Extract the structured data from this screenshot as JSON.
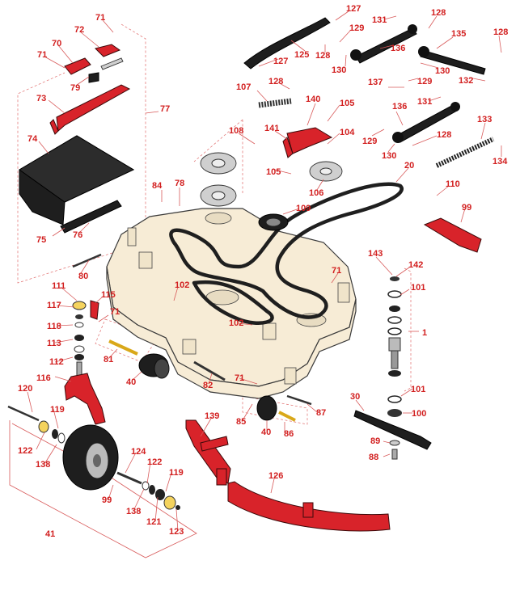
{
  "colors": {
    "callout_text": "#d21f1f",
    "part_red": "#d8232a",
    "deck_fill": "#f7ecd6",
    "part_black": "#1e1e1e"
  },
  "callouts": [
    {
      "id": "c71a",
      "label": "71"
    },
    {
      "id": "c72",
      "label": "72"
    },
    {
      "id": "c70",
      "label": "70"
    },
    {
      "id": "c71b",
      "label": "71"
    },
    {
      "id": "c79",
      "label": "79"
    },
    {
      "id": "c73",
      "label": "73"
    },
    {
      "id": "c77",
      "label": "77"
    },
    {
      "id": "c74",
      "label": "74"
    },
    {
      "id": "c75",
      "label": "75"
    },
    {
      "id": "c76",
      "label": "76"
    },
    {
      "id": "c84",
      "label": "84"
    },
    {
      "id": "c78",
      "label": "78"
    },
    {
      "id": "c80",
      "label": "80"
    },
    {
      "id": "c127a",
      "label": "127"
    },
    {
      "id": "c129a",
      "label": "129"
    },
    {
      "id": "c131a",
      "label": "131"
    },
    {
      "id": "c128a",
      "label": "128"
    },
    {
      "id": "c135",
      "label": "135"
    },
    {
      "id": "c128b",
      "label": "128"
    },
    {
      "id": "c127b",
      "label": "127"
    },
    {
      "id": "c125",
      "label": "125"
    },
    {
      "id": "c128c",
      "label": "128"
    },
    {
      "id": "c130a",
      "label": "130"
    },
    {
      "id": "c136a",
      "label": "136"
    },
    {
      "id": "c130b",
      "label": "130"
    },
    {
      "id": "c129b",
      "label": "129"
    },
    {
      "id": "c132",
      "label": "132"
    },
    {
      "id": "c107",
      "label": "107"
    },
    {
      "id": "c128d",
      "label": "128"
    },
    {
      "id": "c137",
      "label": "137"
    },
    {
      "id": "c131b",
      "label": "131"
    },
    {
      "id": "c140",
      "label": "140"
    },
    {
      "id": "c105a",
      "label": "105"
    },
    {
      "id": "c136b",
      "label": "136"
    },
    {
      "id": "c133",
      "label": "133"
    },
    {
      "id": "c108",
      "label": "108"
    },
    {
      "id": "c141",
      "label": "141"
    },
    {
      "id": "c104",
      "label": "104"
    },
    {
      "id": "c129c",
      "label": "129"
    },
    {
      "id": "c128e",
      "label": "128"
    },
    {
      "id": "c130c",
      "label": "130"
    },
    {
      "id": "c134",
      "label": "134"
    },
    {
      "id": "c105b",
      "label": "105"
    },
    {
      "id": "c106",
      "label": "106"
    },
    {
      "id": "c20",
      "label": "20"
    },
    {
      "id": "c110",
      "label": "110"
    },
    {
      "id": "c109",
      "label": "109"
    },
    {
      "id": "c99a",
      "label": "99"
    },
    {
      "id": "c143",
      "label": "143"
    },
    {
      "id": "c142",
      "label": "142"
    },
    {
      "id": "c111",
      "label": "111"
    },
    {
      "id": "c115",
      "label": "115"
    },
    {
      "id": "c102a",
      "label": "102"
    },
    {
      "id": "c71c",
      "label": "71"
    },
    {
      "id": "c101a",
      "label": "101"
    },
    {
      "id": "c117",
      "label": "117"
    },
    {
      "id": "c71d",
      "label": "71"
    },
    {
      "id": "c118",
      "label": "118"
    },
    {
      "id": "c113",
      "label": "113"
    },
    {
      "id": "c102b",
      "label": "102"
    },
    {
      "id": "c1",
      "label": "1"
    },
    {
      "id": "c112",
      "label": "112"
    },
    {
      "id": "c81",
      "label": "81"
    },
    {
      "id": "c116",
      "label": "116"
    },
    {
      "id": "c40a",
      "label": "40"
    },
    {
      "id": "c82",
      "label": "82"
    },
    {
      "id": "c71e",
      "label": "71"
    },
    {
      "id": "c101b",
      "label": "101"
    },
    {
      "id": "c120",
      "label": "120"
    },
    {
      "id": "c30",
      "label": "30"
    },
    {
      "id": "c119a",
      "label": "119"
    },
    {
      "id": "c100",
      "label": "100"
    },
    {
      "id": "c87",
      "label": "87"
    },
    {
      "id": "c85",
      "label": "85"
    },
    {
      "id": "c139",
      "label": "139"
    },
    {
      "id": "c40b",
      "label": "40"
    },
    {
      "id": "c86",
      "label": "86"
    },
    {
      "id": "c122a",
      "label": "122"
    },
    {
      "id": "c89",
      "label": "89"
    },
    {
      "id": "c138a",
      "label": "138"
    },
    {
      "id": "c124",
      "label": "124"
    },
    {
      "id": "c88",
      "label": "88"
    },
    {
      "id": "c122b",
      "label": "122"
    },
    {
      "id": "c126",
      "label": "126"
    },
    {
      "id": "c119b",
      "label": "119"
    },
    {
      "id": "c99b",
      "label": "99"
    },
    {
      "id": "c138b",
      "label": "138"
    },
    {
      "id": "c121",
      "label": "121"
    },
    {
      "id": "c123",
      "label": "123"
    },
    {
      "id": "c41",
      "label": "41"
    }
  ]
}
